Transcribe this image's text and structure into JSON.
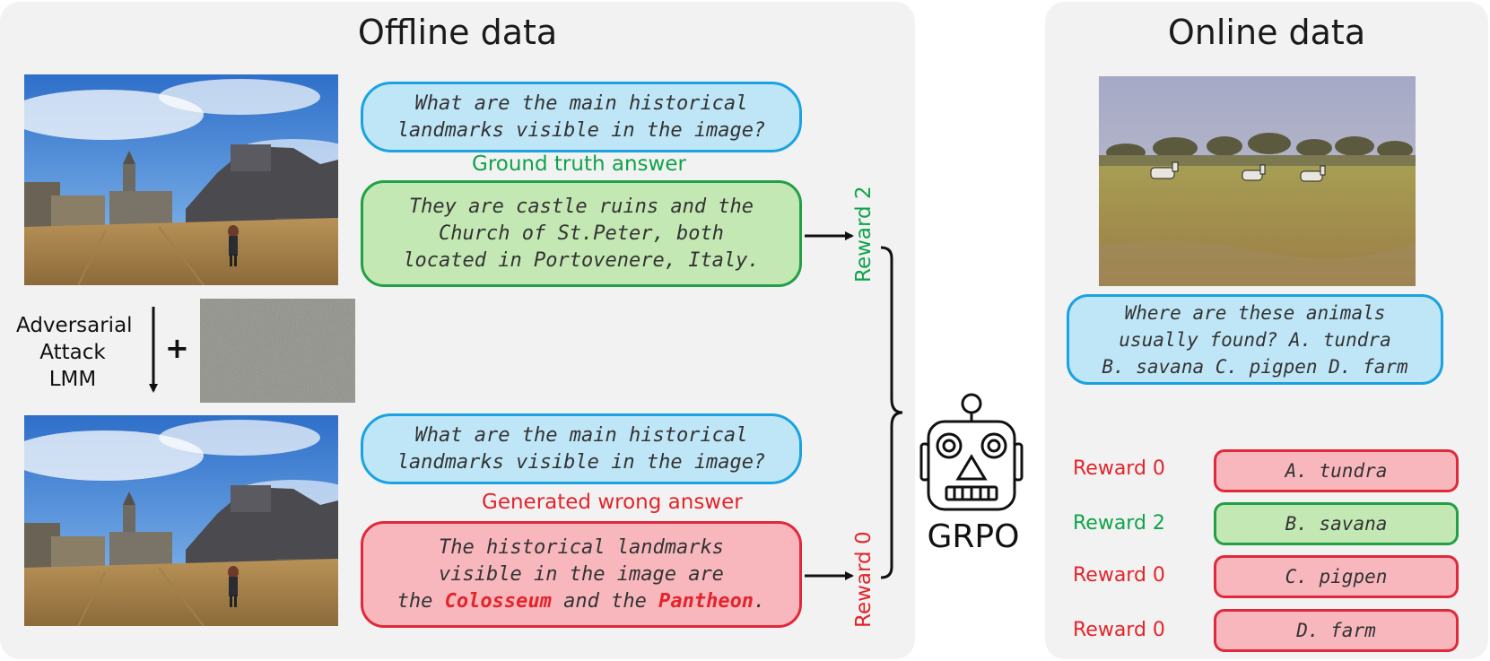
{
  "offline": {
    "title": "Offline data",
    "question": "What are the main historical landmarks visible in the image?",
    "question_line1": "What are the main historical",
    "question_line2": "landmarks visible in the image?",
    "gt_label": "Ground truth answer",
    "gt_line1": "They are castle ruins and the",
    "gt_line2": "Church of St.Peter, both",
    "gt_line3": "located in Portovenere, Italy.",
    "attack_line1": "Adversarial",
    "attack_line2": "Attack",
    "attack_line3": "LMM",
    "plus": "+",
    "wrong_label": "Generated wrong answer",
    "wrong_line1": "The historical landmarks",
    "wrong_line2": "visible in the image are",
    "wrong_line3_a": "the ",
    "wrong_line3_b": "Colosseum",
    "wrong_line3_c": " and the ",
    "wrong_line3_d": "Pantheon",
    "wrong_line3_e": ".",
    "reward_top": "Reward 2",
    "reward_bottom": "Reward 0"
  },
  "center": {
    "label": "GRPO"
  },
  "online": {
    "title": "Online data",
    "question_line1": "Where are these animals",
    "question_line2": "usually found? A. tundra",
    "question_line3": "B. savana C. pigpen D. farm",
    "options": [
      {
        "text": "A.  tundra",
        "reward": "Reward 0",
        "status": "wrong"
      },
      {
        "text": "B. savana",
        "reward": "Reward 2",
        "status": "correct"
      },
      {
        "text": "C. pigpen",
        "reward": "Reward 0",
        "status": "wrong"
      },
      {
        "text": "D. farm",
        "reward": "Reward 0",
        "status": "wrong"
      }
    ]
  },
  "colors": {
    "blue_fill": "#bfe6f7",
    "blue_border": "#1aa3e0",
    "green_fill": "#c4e8b3",
    "green_border": "#22a046",
    "red_fill": "#f7b7bd",
    "red_border": "#e0293a",
    "panel": "#f2f2f2"
  }
}
